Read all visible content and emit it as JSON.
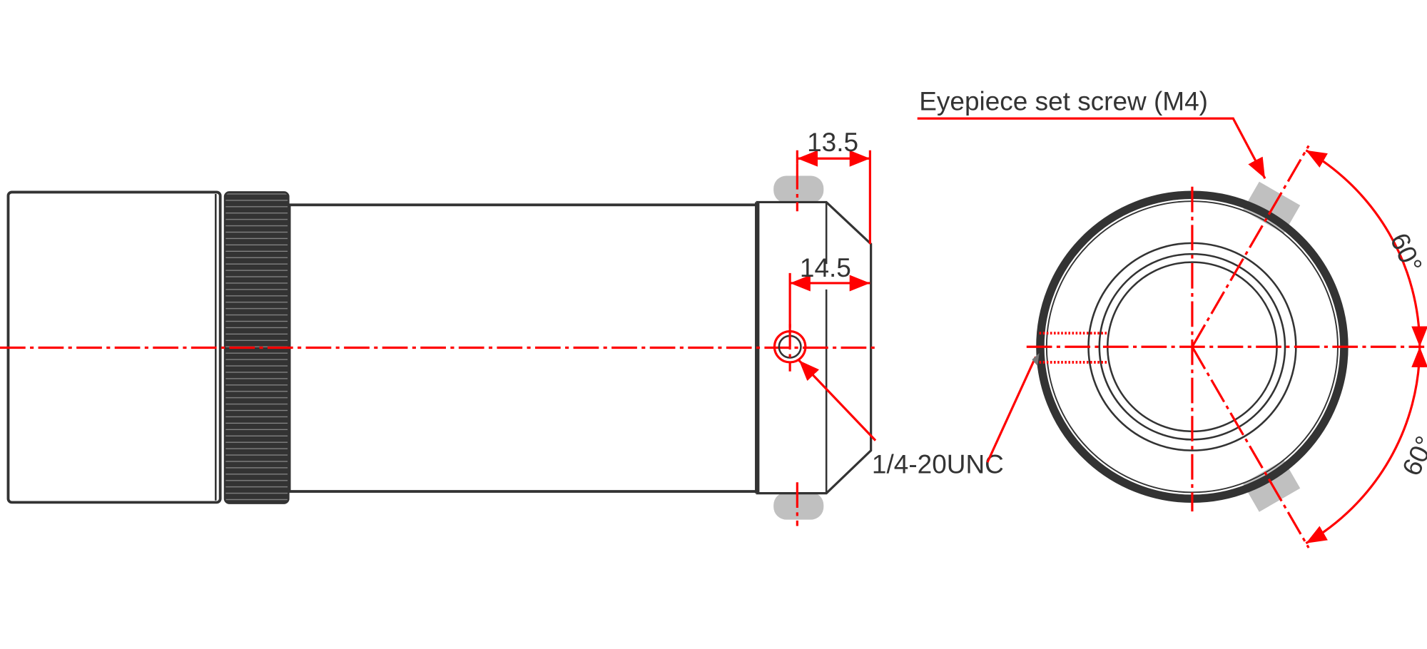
{
  "labels": {
    "dim_top": "13.5",
    "dim_mid": "14.5",
    "thread": "1/4-20UNC",
    "set_screw": "Eyepiece set screw (M4)",
    "angle_upper": "60°",
    "angle_lower": "60°"
  },
  "colors": {
    "line": "#333333",
    "annotation": "#ff0000",
    "screw": "#c0c0c0"
  }
}
